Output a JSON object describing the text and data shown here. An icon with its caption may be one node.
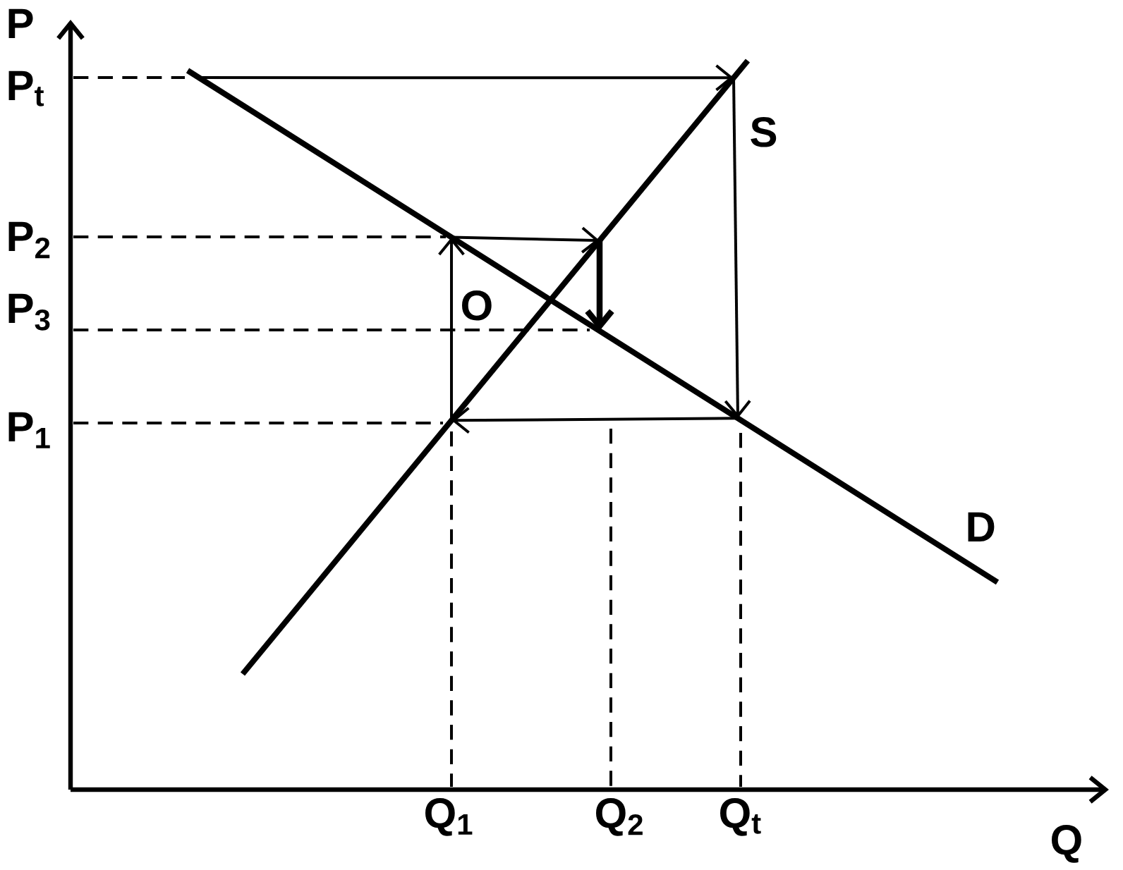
{
  "diagram": {
    "labels": [
      "P",
      "P$_{t}$",
      "S",
      "P$_{2}$",
      "P$_{3}$",
      "O",
      "P$_{1}$",
      "D",
      "Q$_{1}$",
      "Q$_{2}$",
      "Q$_{t}$",
      "Q"
    ]
  }
}
